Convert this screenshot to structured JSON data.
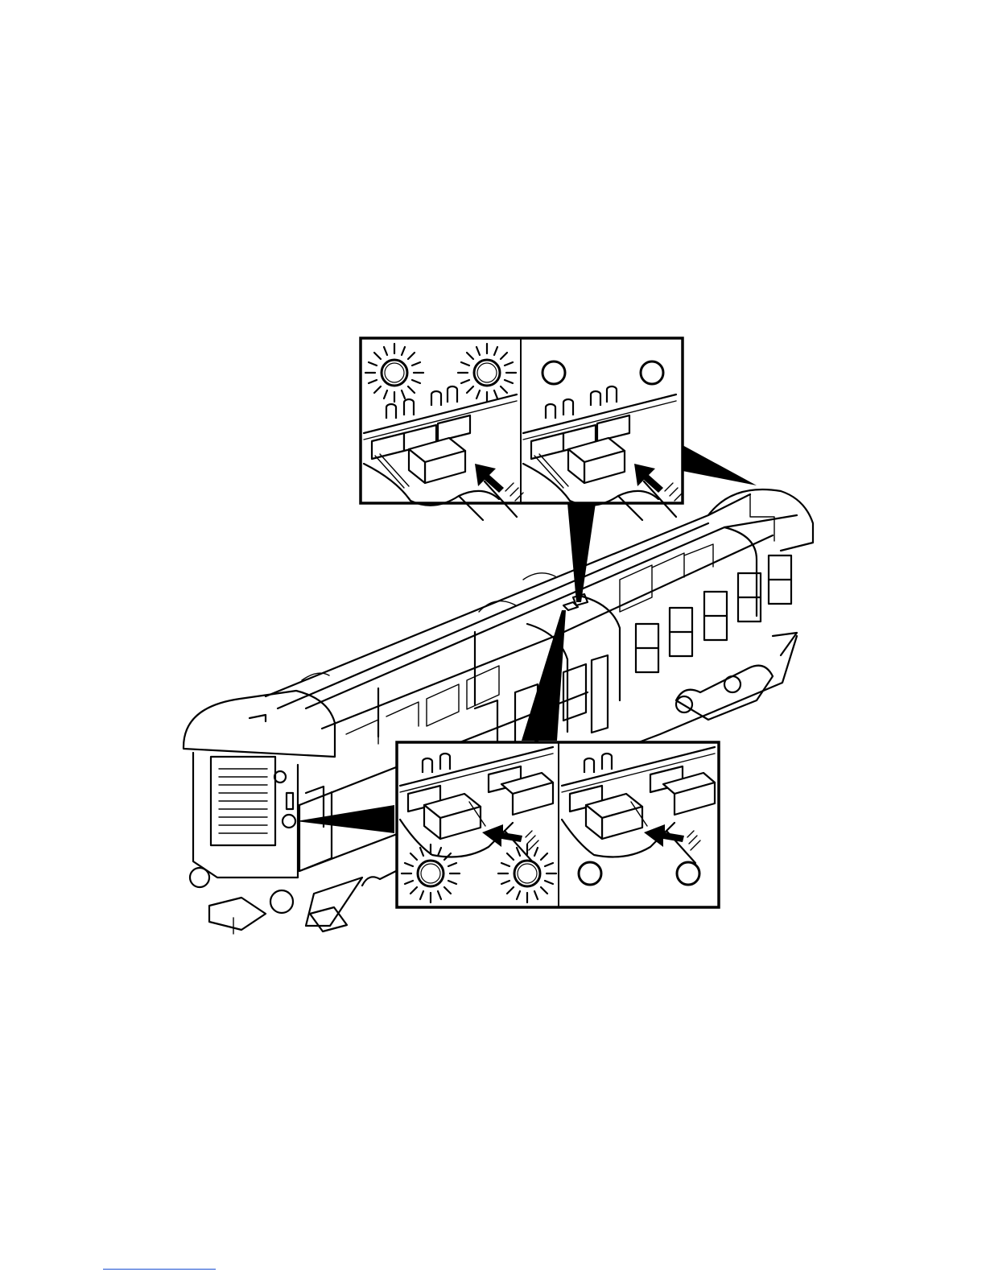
{
  "figure": {
    "subject": "coach-interior-lighting-switch",
    "colors": {
      "line": "#000000",
      "background": "#ffffff",
      "footnote_rule": "#1a4fd0"
    }
  },
  "upper_detail": {
    "left_half": {
      "lamps": [
        "on",
        "on"
      ],
      "switch_state": "pressed-toward-lamp"
    },
    "right_half": {
      "lamps": [
        "off",
        "off"
      ],
      "switch_state": "pressed-toward-lamp"
    }
  },
  "lower_detail": {
    "left_half": {
      "lamps": [
        "on",
        "on"
      ],
      "switch_state": "pressed"
    },
    "right_half": {
      "lamps": [
        "off",
        "off"
      ],
      "switch_state": "pressed"
    }
  }
}
